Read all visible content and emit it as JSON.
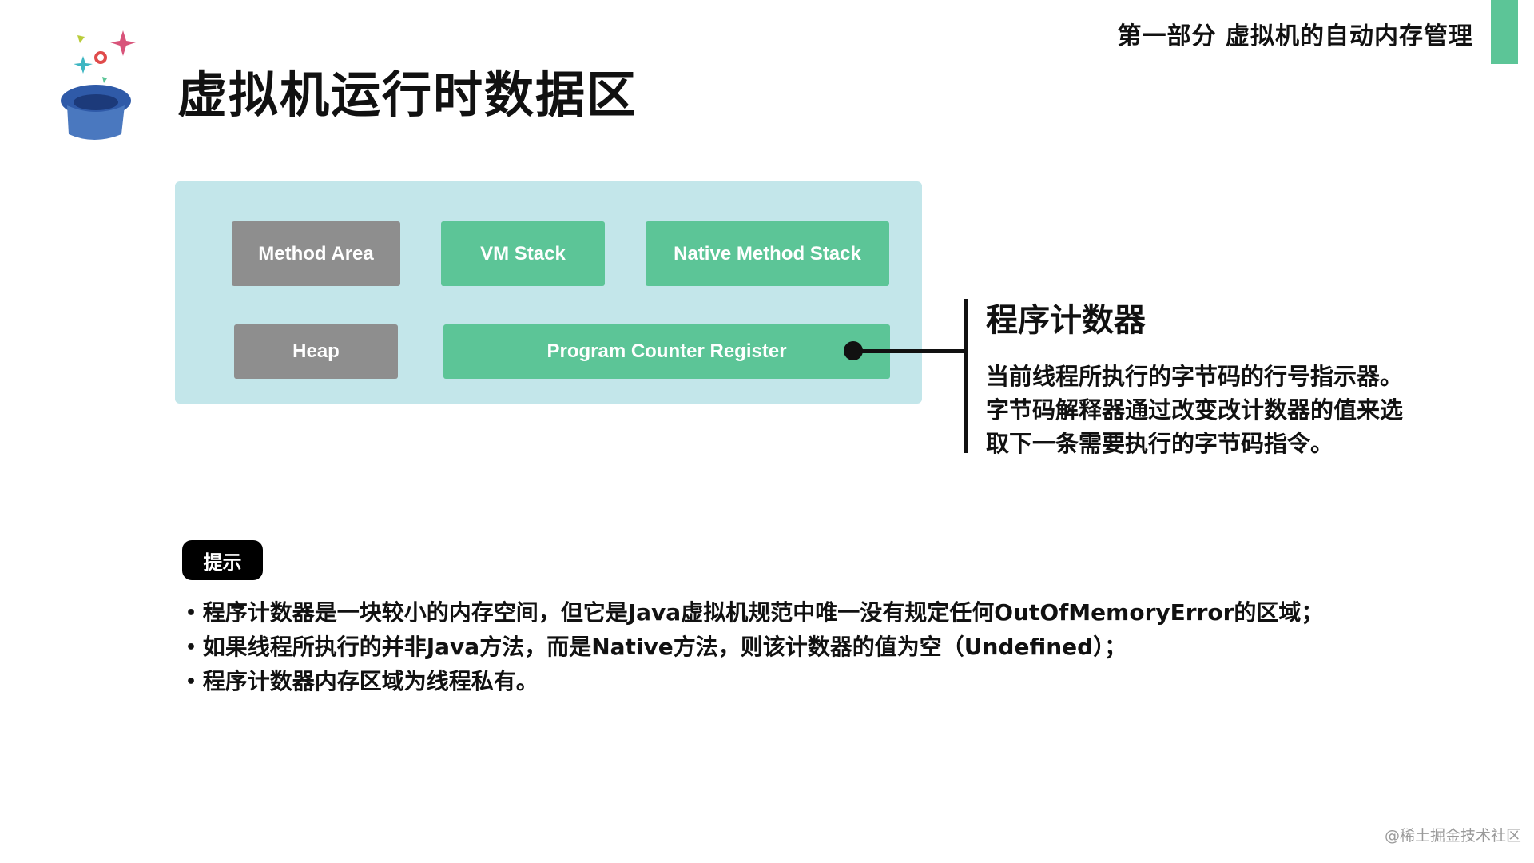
{
  "header": {
    "section_label": "第一部分 虚拟机的自动内存管理",
    "accent_color": "#5cc597",
    "logo_icon": "magic-hat-icon"
  },
  "page_title": "虚拟机运行时数据区",
  "diagram": {
    "panel_color": "#c3e6ea",
    "blocks": {
      "method_area": {
        "label": "Method Area",
        "color": "#8e8e8e"
      },
      "vm_stack": {
        "label": "VM Stack",
        "color": "#5cc597"
      },
      "native_method_stack": {
        "label": "Native Method Stack",
        "color": "#5cc597"
      },
      "heap": {
        "label": "Heap",
        "color": "#8e8e8e"
      },
      "program_counter_register": {
        "label": "Program Counter Register",
        "color": "#5cc597"
      }
    }
  },
  "callout": {
    "title": "程序计数器",
    "lines": [
      "当前线程所执行的字节码的行号指示器。",
      "字节码解释器通过改变改计数器的值来选",
      "取下一条需要执行的字节码指令。"
    ]
  },
  "tip": {
    "badge": "提示",
    "bullets": [
      "程序计数器是一块较小的内存空间，但它是Java虚拟机规范中唯一没有规定任何OutOfMemoryError的区域；",
      "如果线程所执行的并非Java方法，而是Native方法，则该计数器的值为空（Undefined）；",
      "程序计数器内存区域为线程私有。"
    ]
  },
  "watermark": "@稀土掘金技术社区"
}
